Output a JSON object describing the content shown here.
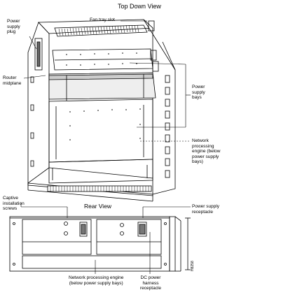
{
  "top_view": {
    "title": "Top Down View",
    "labels": {
      "fan_tray_slot": "Fan tray slot",
      "power_supply_plug": [
        "Power",
        "supply",
        "plug"
      ],
      "router_midplane": [
        "Router",
        "midplane"
      ],
      "power_supply_bays": [
        "Power",
        "supply",
        "bays"
      ],
      "npe": [
        "Network",
        "processing",
        "engine (below",
        "power supply",
        "bays)"
      ]
    }
  },
  "rear_view": {
    "title": "Rear View",
    "labels": {
      "captive_screws": [
        "Captive",
        "installation",
        "screws"
      ],
      "ps_receptacle": "Power supply receptacle",
      "npe": [
        "Network processing engine",
        "(below power supply bays)"
      ],
      "dc_harness": [
        "DC power",
        "harness",
        "receptacle"
      ]
    },
    "figure_id": "H8258"
  }
}
